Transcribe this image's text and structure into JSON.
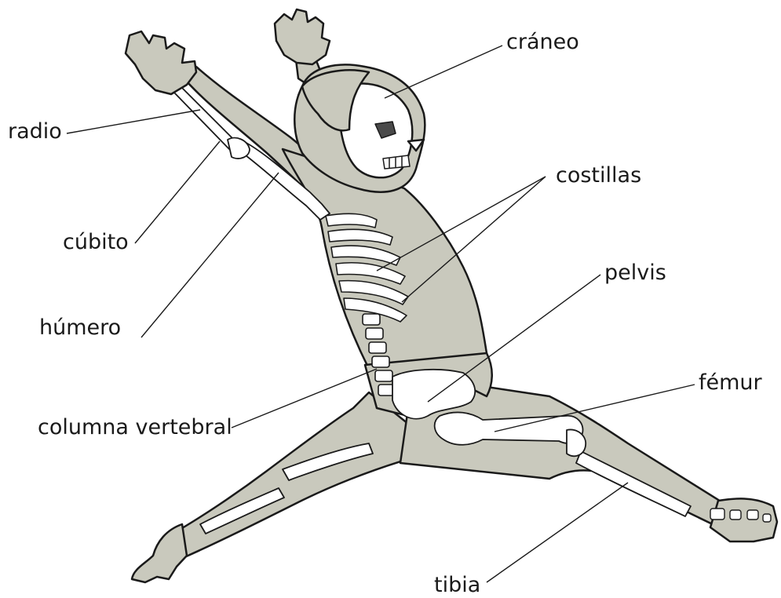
{
  "diagram": {
    "colors": {
      "flesh": "#c9c9bd",
      "bone": "#ffffff",
      "outline": "#1a1a1a",
      "dark": "#4a4a4a"
    },
    "labels": {
      "craneo": "cráneo",
      "radio": "radio",
      "costillas": "costillas",
      "cubito": "cúbito",
      "pelvis": "pelvis",
      "humero": "húmero",
      "femur": "fémur",
      "columna": "columna vertebral",
      "tibia": "tibia"
    }
  }
}
